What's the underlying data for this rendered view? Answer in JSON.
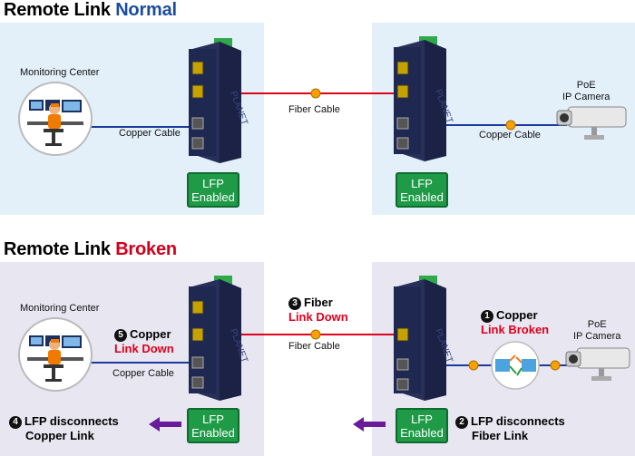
{
  "colors": {
    "normal_accent": "#1a4d9e",
    "broken_accent": "#d0001a",
    "fiber_line": "#e0001b",
    "copper_line": "#1a3a9e",
    "lfp_green": "#1f9a47",
    "arrow_purple": "#6a1b9a",
    "panel_blue": "#e3f0fa",
    "panel_purple": "#e7e6f1"
  },
  "top": {
    "heading_prefix": "Remote Link ",
    "heading_state": "Normal",
    "monitoring_label": "Monitoring Center",
    "copper_left_label": "Copper Cable",
    "fiber_label": "Fiber Cable",
    "copper_right_label": "Copper Cable",
    "camera_label_line1": "PoE",
    "camera_label_line2": "IP Camera",
    "lfp_left": {
      "line1": "LFP",
      "line2": "Enabled"
    },
    "lfp_right": {
      "line1": "LFP",
      "line2": "Enabled"
    }
  },
  "bottom": {
    "heading_prefix": "Remote Link ",
    "heading_state": "Broken",
    "monitoring_label": "Monitoring Center",
    "copper_left_label": "Copper Cable",
    "fiber_label": "Fiber Cable",
    "camera_label_line1": "PoE",
    "camera_label_line2": "IP Camera",
    "lfp_left": {
      "line1": "LFP",
      "line2": "Enabled"
    },
    "lfp_right": {
      "line1": "LFP",
      "line2": "Enabled"
    },
    "step1": {
      "num": "1",
      "line1": "Copper",
      "line2": "Link Broken"
    },
    "step2": {
      "num": "2",
      "line1": "LFP disconnects",
      "line2": "Fiber Link"
    },
    "step3": {
      "num": "3",
      "line1": "Fiber",
      "line2": "Link Down"
    },
    "step4": {
      "num": "4",
      "line1": "LFP disconnects",
      "line2": "Copper Link"
    },
    "step5": {
      "num": "5",
      "line1": "Copper",
      "line2": "Link Down"
    }
  },
  "icons": [
    "monitoring-center-icon",
    "media-converter-icon",
    "ip-camera-icon",
    "cable-break-icon",
    "purple-arrow-icon"
  ]
}
